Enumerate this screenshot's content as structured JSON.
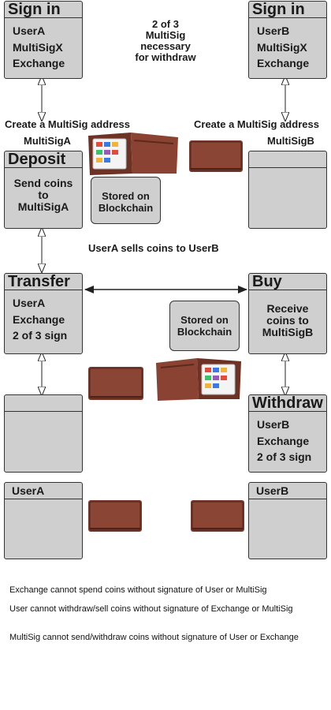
{
  "top_note": [
    "2 of 3",
    "MultiSig",
    "necessary",
    "for withdraw"
  ],
  "signin_a": {
    "title": "Sign in",
    "lines": [
      "UserA",
      "MultiSigX",
      "Exchange"
    ]
  },
  "signin_b": {
    "title": "Sign in",
    "lines": [
      "UserB",
      "MultiSigX",
      "Exchange"
    ]
  },
  "create_a": {
    "text": "Create a MultiSig address",
    "address": "MultiSigA"
  },
  "create_b": {
    "text": "Create a MultiSig address",
    "address": "MultiSigB"
  },
  "deposit": {
    "title": "Deposit",
    "lines": [
      "Send coins",
      "to",
      "MultiSigA"
    ]
  },
  "stored_a": [
    "Stored on",
    "Blockchain"
  ],
  "sell_note": "UserA sells coins to UserB",
  "transfer": {
    "title": "Transfer",
    "lines": [
      "UserA",
      "Exchange",
      "2 of 3 sign"
    ]
  },
  "buy": {
    "title": "Buy",
    "lines": [
      "Receive",
      "coins to",
      "MultiSigB"
    ]
  },
  "stored_b": [
    "Stored on",
    "Blockchain"
  ],
  "withdraw": {
    "title": "Withdraw",
    "lines": [
      "UserB",
      "Exchange",
      "2 of 3 sign"
    ]
  },
  "final_a": {
    "title": "UserA"
  },
  "final_b": {
    "title": "UserB"
  },
  "footnotes": [
    "Exchange cannot spend coins without signature of User or MultiSig",
    "User cannot withdraw/sell coins without signature of Exchange or MultiSig",
    "MultiSig cannot send/withdraw coins without signature of User or Exchange"
  ],
  "colors": {
    "box_fill": "#cfcfcf",
    "wallet_leather": "#7a3a2c",
    "wallet_dark": "#4e2219"
  },
  "icons": [
    "wallet-open-icon",
    "wallet-closed-icon",
    "double-arrow-icon"
  ]
}
